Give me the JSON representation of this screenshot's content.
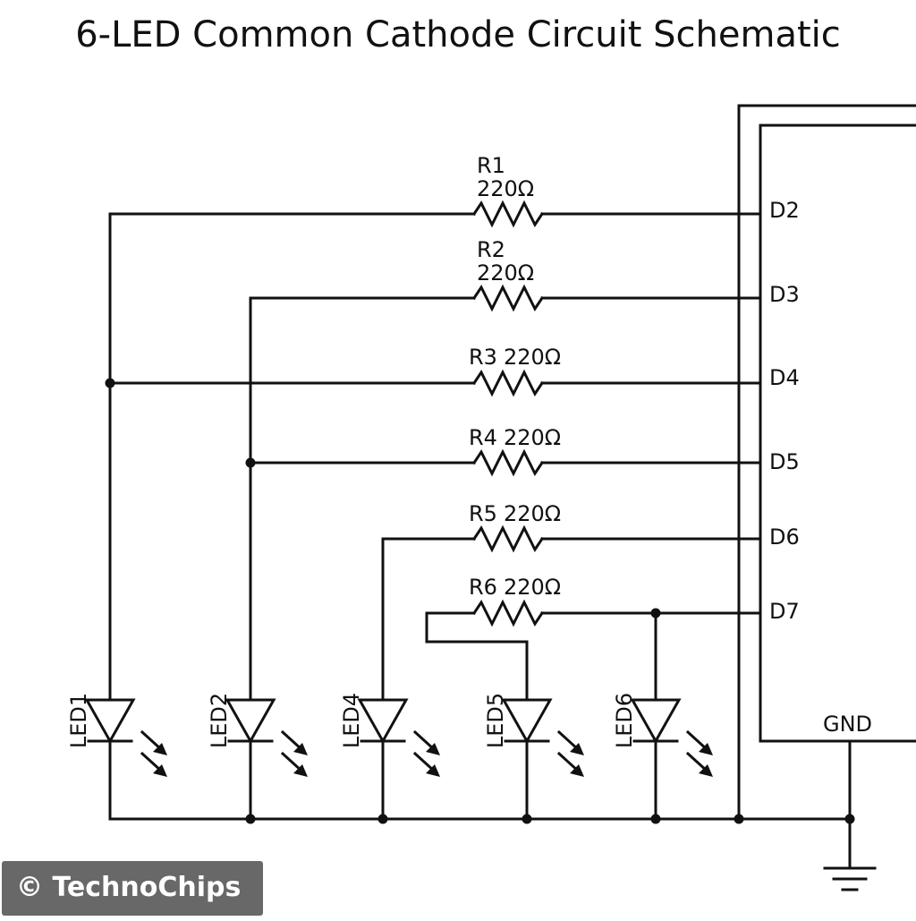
{
  "title": "6-LED Common Cathode Circuit Schematic",
  "resistors": [
    {
      "name": "R1",
      "value": "220Ω",
      "pin": "D2"
    },
    {
      "name": "R2",
      "value": "220Ω",
      "pin": "D3"
    },
    {
      "name": "R3",
      "value": "220Ω",
      "pin": "D4"
    },
    {
      "name": "R4",
      "value": "220Ω",
      "pin": "D5"
    },
    {
      "name": "R5",
      "value": "220Ω",
      "pin": "D6"
    },
    {
      "name": "R6",
      "value": "220Ω",
      "pin": "D7"
    }
  ],
  "leds": [
    "LED1",
    "LED2",
    "LED4",
    "LED5",
    "LED6"
  ],
  "gnd_label": "GND",
  "watermark": "© TechnoChips"
}
